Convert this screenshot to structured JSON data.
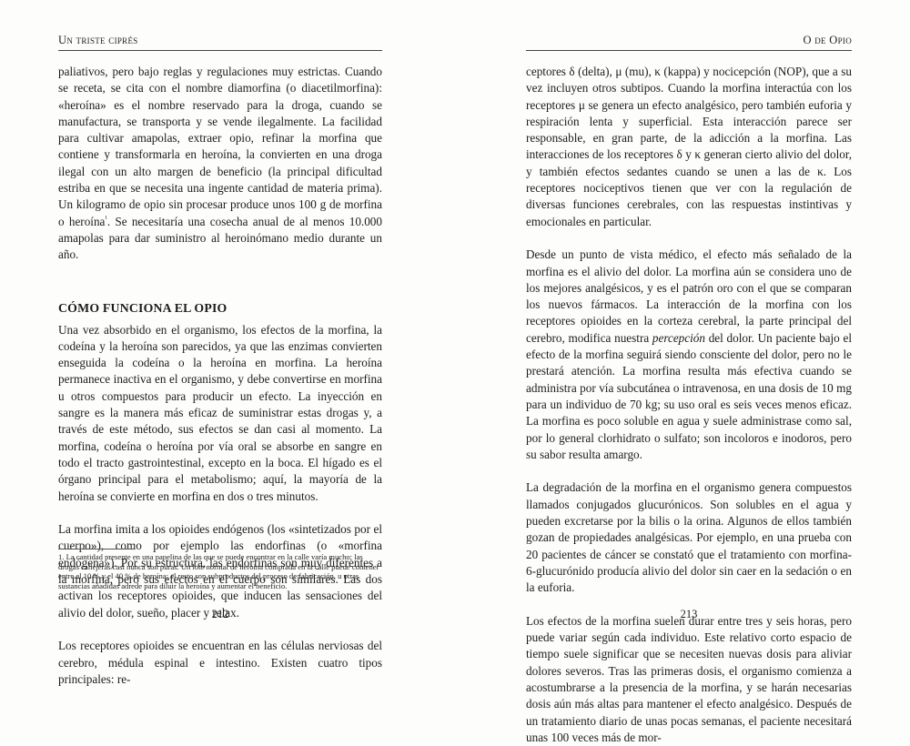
{
  "left_page": {
    "running_head": "Un triste ciprés",
    "paragraphs": [
      "paliativos, pero bajo reglas y regulaciones muy estrictas. Cuando se receta, se cita con el nombre diamorfina (o diacetilmorfina): «heroína» es el nombre reservado para la droga, cuando se manufactura, se transporta y se vende ilegalmente. La facilidad para cultivar amapolas, extraer opio, refinar la morfina que contiene y transformarla en heroína, la convierten en una droga ilegal con un alto margen de beneficio (la principal dificultad estriba en que se necesita una ingente cantidad de materia prima). Un kilogramo de opio sin procesar produce unos 100 g de morfina o heroína",
      "¹",
      ". Se necesitaría una cosecha anual de al menos 10.000 amapolas para dar suministro al heroinómano medio durante un año."
    ],
    "section_heading": "CÓMO FUNCIONA EL OPIO",
    "section_paragraphs": [
      "Una vez absorbido en el organismo, los efectos de la morfina, la codeína y la heroína son parecidos, ya que las enzimas convierten enseguida la codeína o la heroína en morfina. La heroína permanece inactiva en el organismo, y debe convertirse en morfina u otros compuestos para producir un efecto. La inyección en sangre es la manera más eficaz de suministrar estas drogas y, a través de este método, sus efectos se dan casi al momento. La morfina, codeína o heroína por vía oral se absorbe en sangre en todo el tracto gastrointestinal, excepto en la boca. El hígado es el órgano principal para el metabolismo; aquí, la mayoría de la heroína se convierte en morfina en dos o tres minutos.",
      "La morfina imita a los opioides endógenos (los «sintetizados por el cuerpo»), como por ejemplo las endorfinas (o «morfina endógena»). Por su estructura, las endorfinas son muy diferentes a la morfina, pero sus efectos en el cuerpo son similares. Las dos activan los receptores opioides, que inducen las sensaciones del alivio del dolor, sueño, placer y relax.",
      "Los receptores opioides se encuentran en las células nerviosas del cerebro, médula espinal e intestino. Existen cuatro tipos principales: re-"
    ],
    "footnote": "1. La cantidad presente en una papelina de las que se puede encontrar en la calle varía mucho; las drogas callejeras casi nunca son puras. Un lote normal de heroína comprada en la calle puede contener entre el 10 % y el 40 % de heroína; el resto son subproductos del proceso de fabricación, u otras sustancias añadidas adrede para diluir la heroína y aumentar el beneficio.",
    "folio": "212"
  },
  "right_page": {
    "running_head": "O de Opio",
    "paragraphs": [
      "ceptores δ (delta), μ (mu), κ (kappa) y nocicepción (NOP), que a su vez incluyen otros subtipos. Cuando la morfina interactúa con los receptores μ se genera un efecto analgésico, pero también euforia y respiración lenta y superficial. Esta interacción parece ser responsable, en gran parte, de la adicción a la morfina. Las interacciones de los receptores δ y κ generan cierto alivio del dolor, y también efectos sedantes cuando se unen a las de κ. Los receptores nociceptivos tienen que ver con la regulación de diversas funciones cerebrales, con las respuestas instintivas y emocionales en particular."
    ],
    "p2_before_em": "Desde un punto de vista médico, el efecto más señalado de la morfina es el alivio del dolor. La morfina aún se considera uno de los mejores analgésicos, y es el patrón oro con el que se comparan los nuevos fármacos. La interacción de la morfina con los receptores opioides en la corteza cerebral, la parte principal del cerebro, modifica nuestra ",
    "p2_em": "percepción",
    "p2_after_em": " del dolor. Un paciente bajo el efecto de la morfina seguirá siendo consciente del dolor, pero no le prestará atención. La morfina resulta más efectiva cuando se administra por vía subcutánea o intravenosa, en una dosis de 10 mg para un individuo de 70 kg; su uso oral es seis veces menos eficaz. La morfina es poco soluble en agua y suele administrase como sal, por lo general clorhidrato o sulfato; son incoloros e inodoros, pero su sabor resulta amargo.",
    "p3": "La degradación de la morfina en el organismo genera compuestos llamados conjugados glucurónicos. Son solubles en el agua y pueden excretarse por la bilis o la orina. Algunos de ellos también gozan de propiedades analgésicas. Por ejemplo, en una prueba con 20 pacientes de cáncer se constató que el tratamiento con morfina-6-glucurónido producía alivio del dolor sin caer en la sedación o en la euforia.",
    "p4": "Los efectos de la morfina suelen durar entre tres y seis horas, pero puede variar según cada individuo. Este relativo corto espacio de tiempo suele significar que se necesiten nuevas dosis para aliviar dolores severos. Tras las primeras dosis, el organismo comienza a acostumbrarse a la presencia de la morfina, y se harán necesarias dosis aún más altas para mantener el efecto analgésico. Después de un tratamiento diario de unas pocas semanas, el paciente necesitará unas 100 veces más de mor-",
    "folio": "213"
  }
}
